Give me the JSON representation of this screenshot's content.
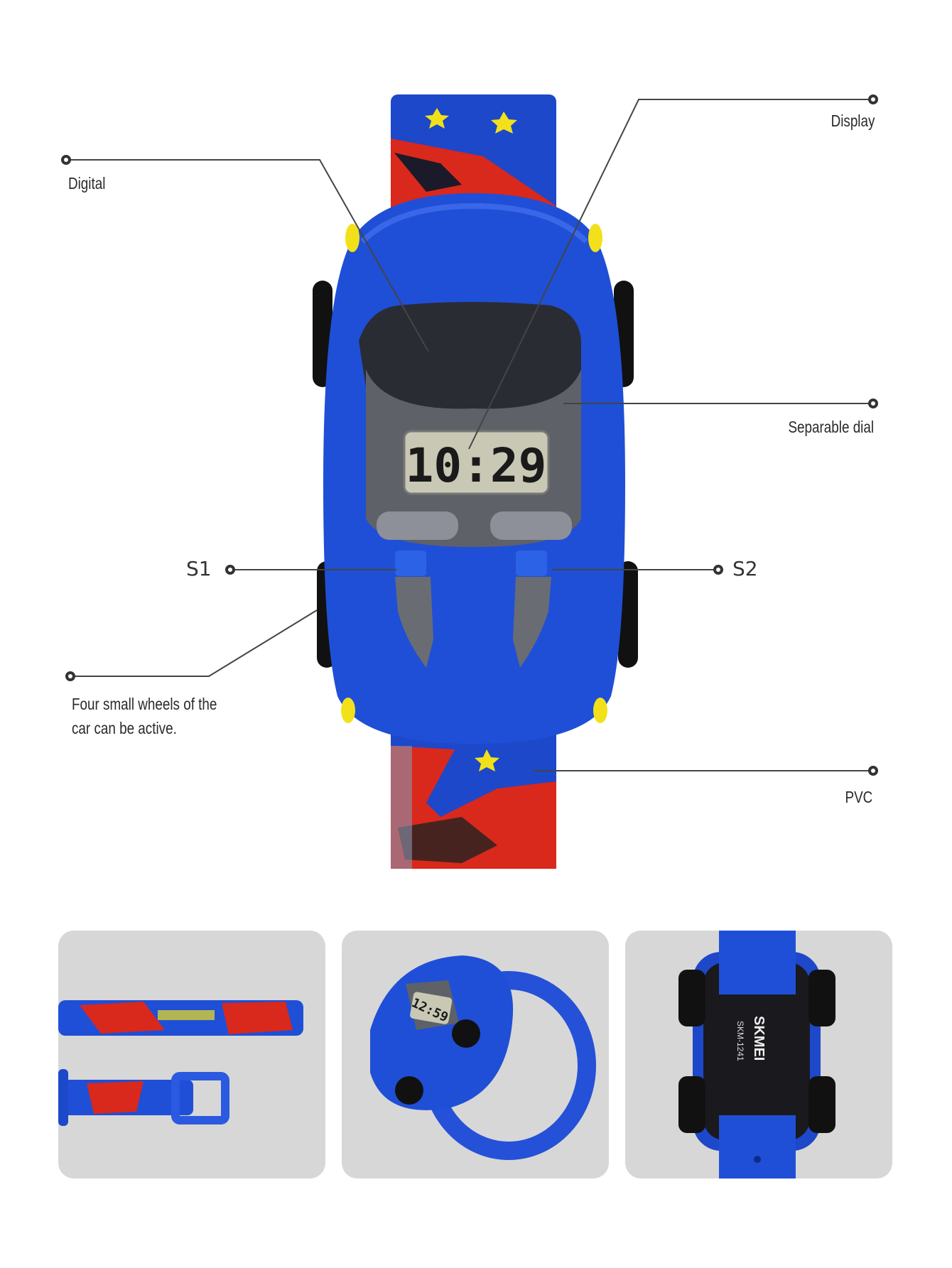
{
  "callouts": {
    "digital": "Digital",
    "display": "Display",
    "separable_dial": "Separable dial",
    "s1": "S1",
    "s2": "S2",
    "wheels_line1": "Four small wheels of the",
    "wheels_line2": "car can be active.",
    "pvc": "PVC"
  },
  "watch": {
    "lcd_time": "10:29"
  },
  "thumbnails": {
    "side_view_time": "12:59",
    "back_brand": "SKMEI",
    "back_model": "SKM-1241"
  },
  "colors": {
    "car_blue": "#1f4fd6",
    "strap_red": "#d9281c",
    "panel_gray": "#d7d7d7",
    "line": "#444444"
  }
}
